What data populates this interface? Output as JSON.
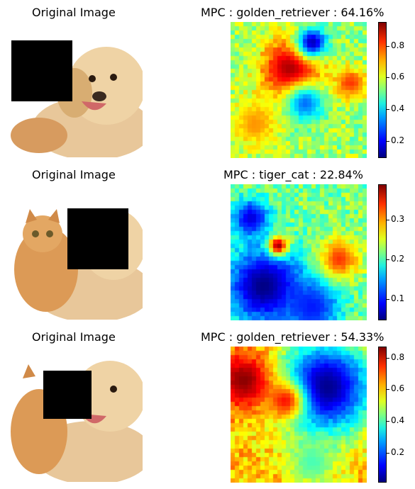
{
  "chart_data": [
    {
      "type": "image",
      "title": "Original Image",
      "occlusion": "black square over left side (dog's face region)"
    },
    {
      "type": "heatmap",
      "title": "MPC : golden_retriever : 64.16%",
      "colormap": "jet",
      "colorbar_ticks": [
        "0.2",
        "0.4",
        "0.6",
        "0.8"
      ],
      "range": [
        0.1,
        0.95
      ],
      "hotspots": [
        {
          "row": 0.35,
          "col": 0.45,
          "r": 0.16,
          "v": 0.93
        },
        {
          "row": 0.45,
          "col": 0.88,
          "r": 0.08,
          "v": 0.8
        },
        {
          "row": 0.75,
          "col": 0.18,
          "r": 0.12,
          "v": 0.72
        },
        {
          "row": 0.15,
          "col": 0.6,
          "r": 0.08,
          "v": 0.15
        },
        {
          "row": 0.6,
          "col": 0.55,
          "r": 0.1,
          "v": 0.3
        }
      ],
      "base": 0.55
    },
    {
      "type": "image",
      "title": "Original Image",
      "occlusion": "black square over right side (kitten/dog)"
    },
    {
      "type": "heatmap",
      "title": "MPC : tiger_cat : 22.84%",
      "colormap": "jet",
      "colorbar_ticks": [
        "0.1",
        "0.2",
        "0.3"
      ],
      "range": [
        0.05,
        0.39
      ],
      "hotspots": [
        {
          "row": 0.75,
          "col": 0.25,
          "r": 0.2,
          "v": 0.05
        },
        {
          "row": 0.9,
          "col": 0.6,
          "r": 0.15,
          "v": 0.1
        },
        {
          "row": 0.25,
          "col": 0.15,
          "r": 0.1,
          "v": 0.08
        },
        {
          "row": 0.45,
          "col": 0.35,
          "r": 0.05,
          "v": 0.38
        },
        {
          "row": 0.55,
          "col": 0.8,
          "r": 0.1,
          "v": 0.33
        }
      ],
      "base": 0.22
    },
    {
      "type": "image",
      "title": "Original Image",
      "occlusion": "black square over center (kitten face)"
    },
    {
      "type": "heatmap",
      "title": "MPC : golden_retriever : 54.33%",
      "colormap": "jet",
      "colorbar_ticks": [
        "0.2",
        "0.4",
        "0.6",
        "0.8"
      ],
      "range": [
        0.02,
        0.87
      ],
      "hotspots": [
        {
          "row": 0.3,
          "col": 0.7,
          "r": 0.25,
          "v": 0.03
        },
        {
          "row": 0.25,
          "col": 0.1,
          "r": 0.15,
          "v": 0.86
        },
        {
          "row": 0.4,
          "col": 0.4,
          "r": 0.1,
          "v": 0.75
        },
        {
          "row": 0.85,
          "col": 0.6,
          "r": 0.12,
          "v": 0.4
        }
      ],
      "base": 0.6
    }
  ]
}
